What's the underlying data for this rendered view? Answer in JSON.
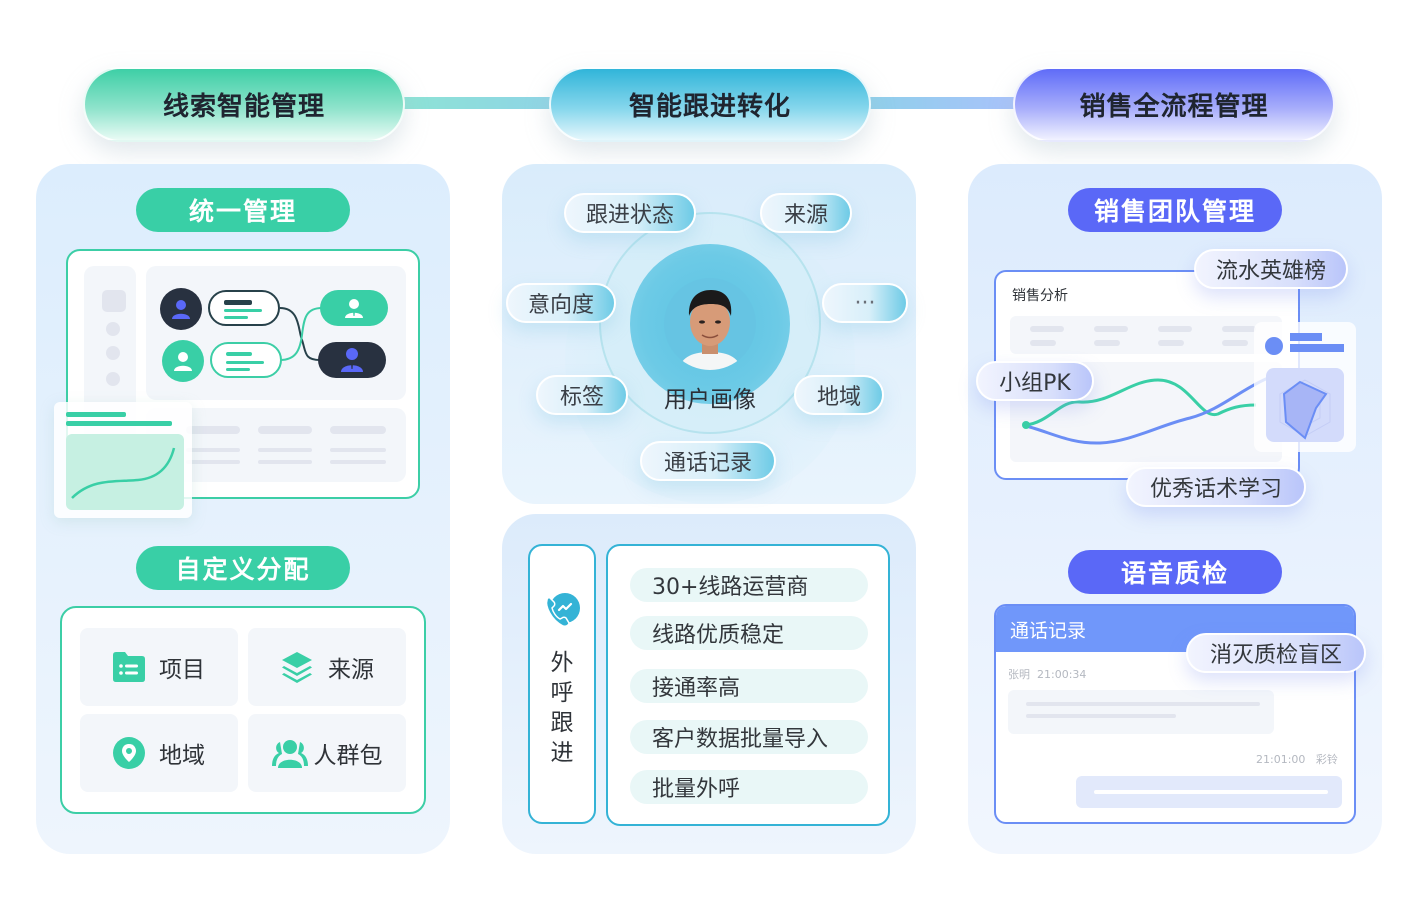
{
  "header": {
    "stages": [
      {
        "label": "线索智能管理"
      },
      {
        "label": "智能跟进转化"
      },
      {
        "label": "销售全流程管理"
      }
    ]
  },
  "colors": {
    "green_accent": "#39cfa6",
    "cyan_accent": "#34b3d6",
    "violet_accent": "#5a68f7",
    "blue_line": "#6b8ef5"
  },
  "left": {
    "unified": {
      "title": "统一管理",
      "icons": [
        "user-dark-icon",
        "user-green-icon",
        "user-tie-green-icon",
        "user-tie-dark-icon"
      ]
    },
    "allocation": {
      "title": "自定义分配",
      "items": [
        {
          "label": "项目",
          "icon": "folder-list-icon"
        },
        {
          "label": "来源",
          "icon": "layers-icon"
        },
        {
          "label": "地域",
          "icon": "location-pin-icon"
        },
        {
          "label": "人群包",
          "icon": "group-icon"
        }
      ]
    }
  },
  "middle": {
    "profile": {
      "center_label": "用户画像",
      "tags": [
        {
          "label": "跟进状态"
        },
        {
          "label": "来源"
        },
        {
          "label": "意向度"
        },
        {
          "label": "···"
        },
        {
          "label": "标签"
        },
        {
          "label": "地域"
        },
        {
          "label": "通话记录"
        }
      ]
    },
    "outbound": {
      "side_label": [
        "外",
        "呼",
        "跟",
        "进"
      ],
      "icon": "phone-chat-icon",
      "features": [
        {
          "label": "30+线路运营商"
        },
        {
          "label": "线路优质稳定"
        },
        {
          "label": "接通率高"
        },
        {
          "label": "客户数据批量导入"
        },
        {
          "label": "批量外呼"
        }
      ]
    }
  },
  "right": {
    "team": {
      "title": "销售团队管理",
      "card_title": "销售分析",
      "pills": [
        {
          "label": "流水英雄榜"
        },
        {
          "label": "小组PK"
        },
        {
          "label": "优秀话术学习"
        }
      ]
    },
    "qa": {
      "title": "语音质检",
      "card_title": "通话记录",
      "highlight": "消灭质检盲区",
      "msg1_name": "张明",
      "msg1_time": "21:00:34",
      "msg2_time": "21:01:00",
      "msg2_name": "彩铃"
    }
  }
}
